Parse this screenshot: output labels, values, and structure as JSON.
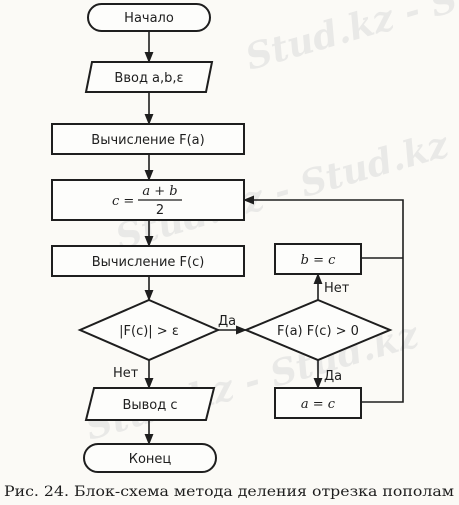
{
  "watermark": "Stud.kz - Stud.kz",
  "nodes": {
    "start": "Начало",
    "input": "Ввод a,b,ε",
    "calc_fa": "Вычисление F(a)",
    "c_lhs": "c =",
    "c_num": "a + b",
    "c_den": "2",
    "calc_fc": "Вычисление F(c)",
    "cond1": "|F(c)| > ε",
    "cond2": "F(a) F(c) > 0",
    "assign_b": "b = c",
    "assign_a": "a = c",
    "output": "Вывод c",
    "end": "Конец"
  },
  "edges": {
    "yes1": "Да",
    "no1": "Нет",
    "no2": "Нет",
    "yes2": "Да"
  },
  "caption": "Рис. 24. Блок-схема метода деления отрезка пополам"
}
